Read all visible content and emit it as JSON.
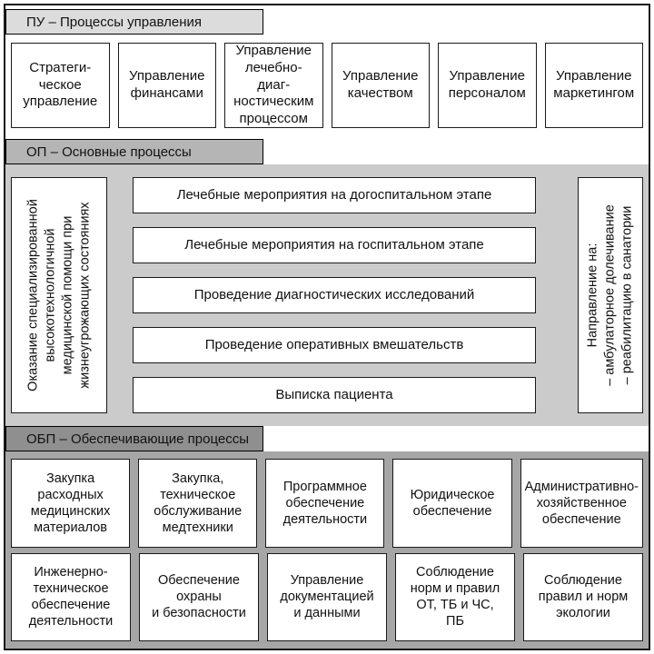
{
  "management": {
    "header": "ПУ – Процессы управления",
    "boxes": [
      "Стратеги-\nческое\nуправление",
      "Управление\nфинансами",
      "Управление\nлечебно-диаг-\nностическим\nпроцессом",
      "Управление\nкачеством",
      "Управление\nперсоналом",
      "Управление\nмаркетингом"
    ]
  },
  "main": {
    "header": "ОП – Основные процессы",
    "left_vertical": "Оказание специализированной\nвысокотехнологичной\nмедицинской помощи при\nжизнеугрожающих состояниях",
    "steps": [
      "Лечебные мероприятия на догоспитальном этапе",
      "Лечебные мероприятия на госпитальном этапе",
      "Проведение диагностических исследований",
      "Проведение оперативных вмешательств",
      "Выписка пациента"
    ],
    "right_vertical": "Направление на:\n– амбулаторное долечивание\n– реабилитацию в санатории"
  },
  "support": {
    "header": "ОБП – Обеспечивающие процессы",
    "row1": [
      "Закупка\nрасходных\nмедицинских\nматериалов",
      "Закупка,\nтехническое\nобслуживание\nмедтехники",
      "Программное\nобеспечение\nдеятельности",
      "Юридическое\nобеспечение",
      "Административно-\nхозяйственное\nобеспечение"
    ],
    "row2": [
      "Инженерно-\nтехническое\nобеспечение\nдеятельности",
      "Обеспечение\nохраны\nи безопасности",
      "Управление\nдокументацией\nи данными",
      "Соблюдение\nнорм и правил\nОТ, ТБ и ЧС,\nПБ",
      "Соблюдение\nправил и норм\nэкологии"
    ]
  },
  "colors": {
    "tab_light": "#dcdcdc",
    "tab_mid": "#b5b5b5",
    "tab_dark": "#8f8f8f",
    "panel_mid": "#cbcbcb",
    "panel_dark": "#a6a6a6",
    "box_bg": "#ffffff",
    "border": "#1a1a1a"
  }
}
